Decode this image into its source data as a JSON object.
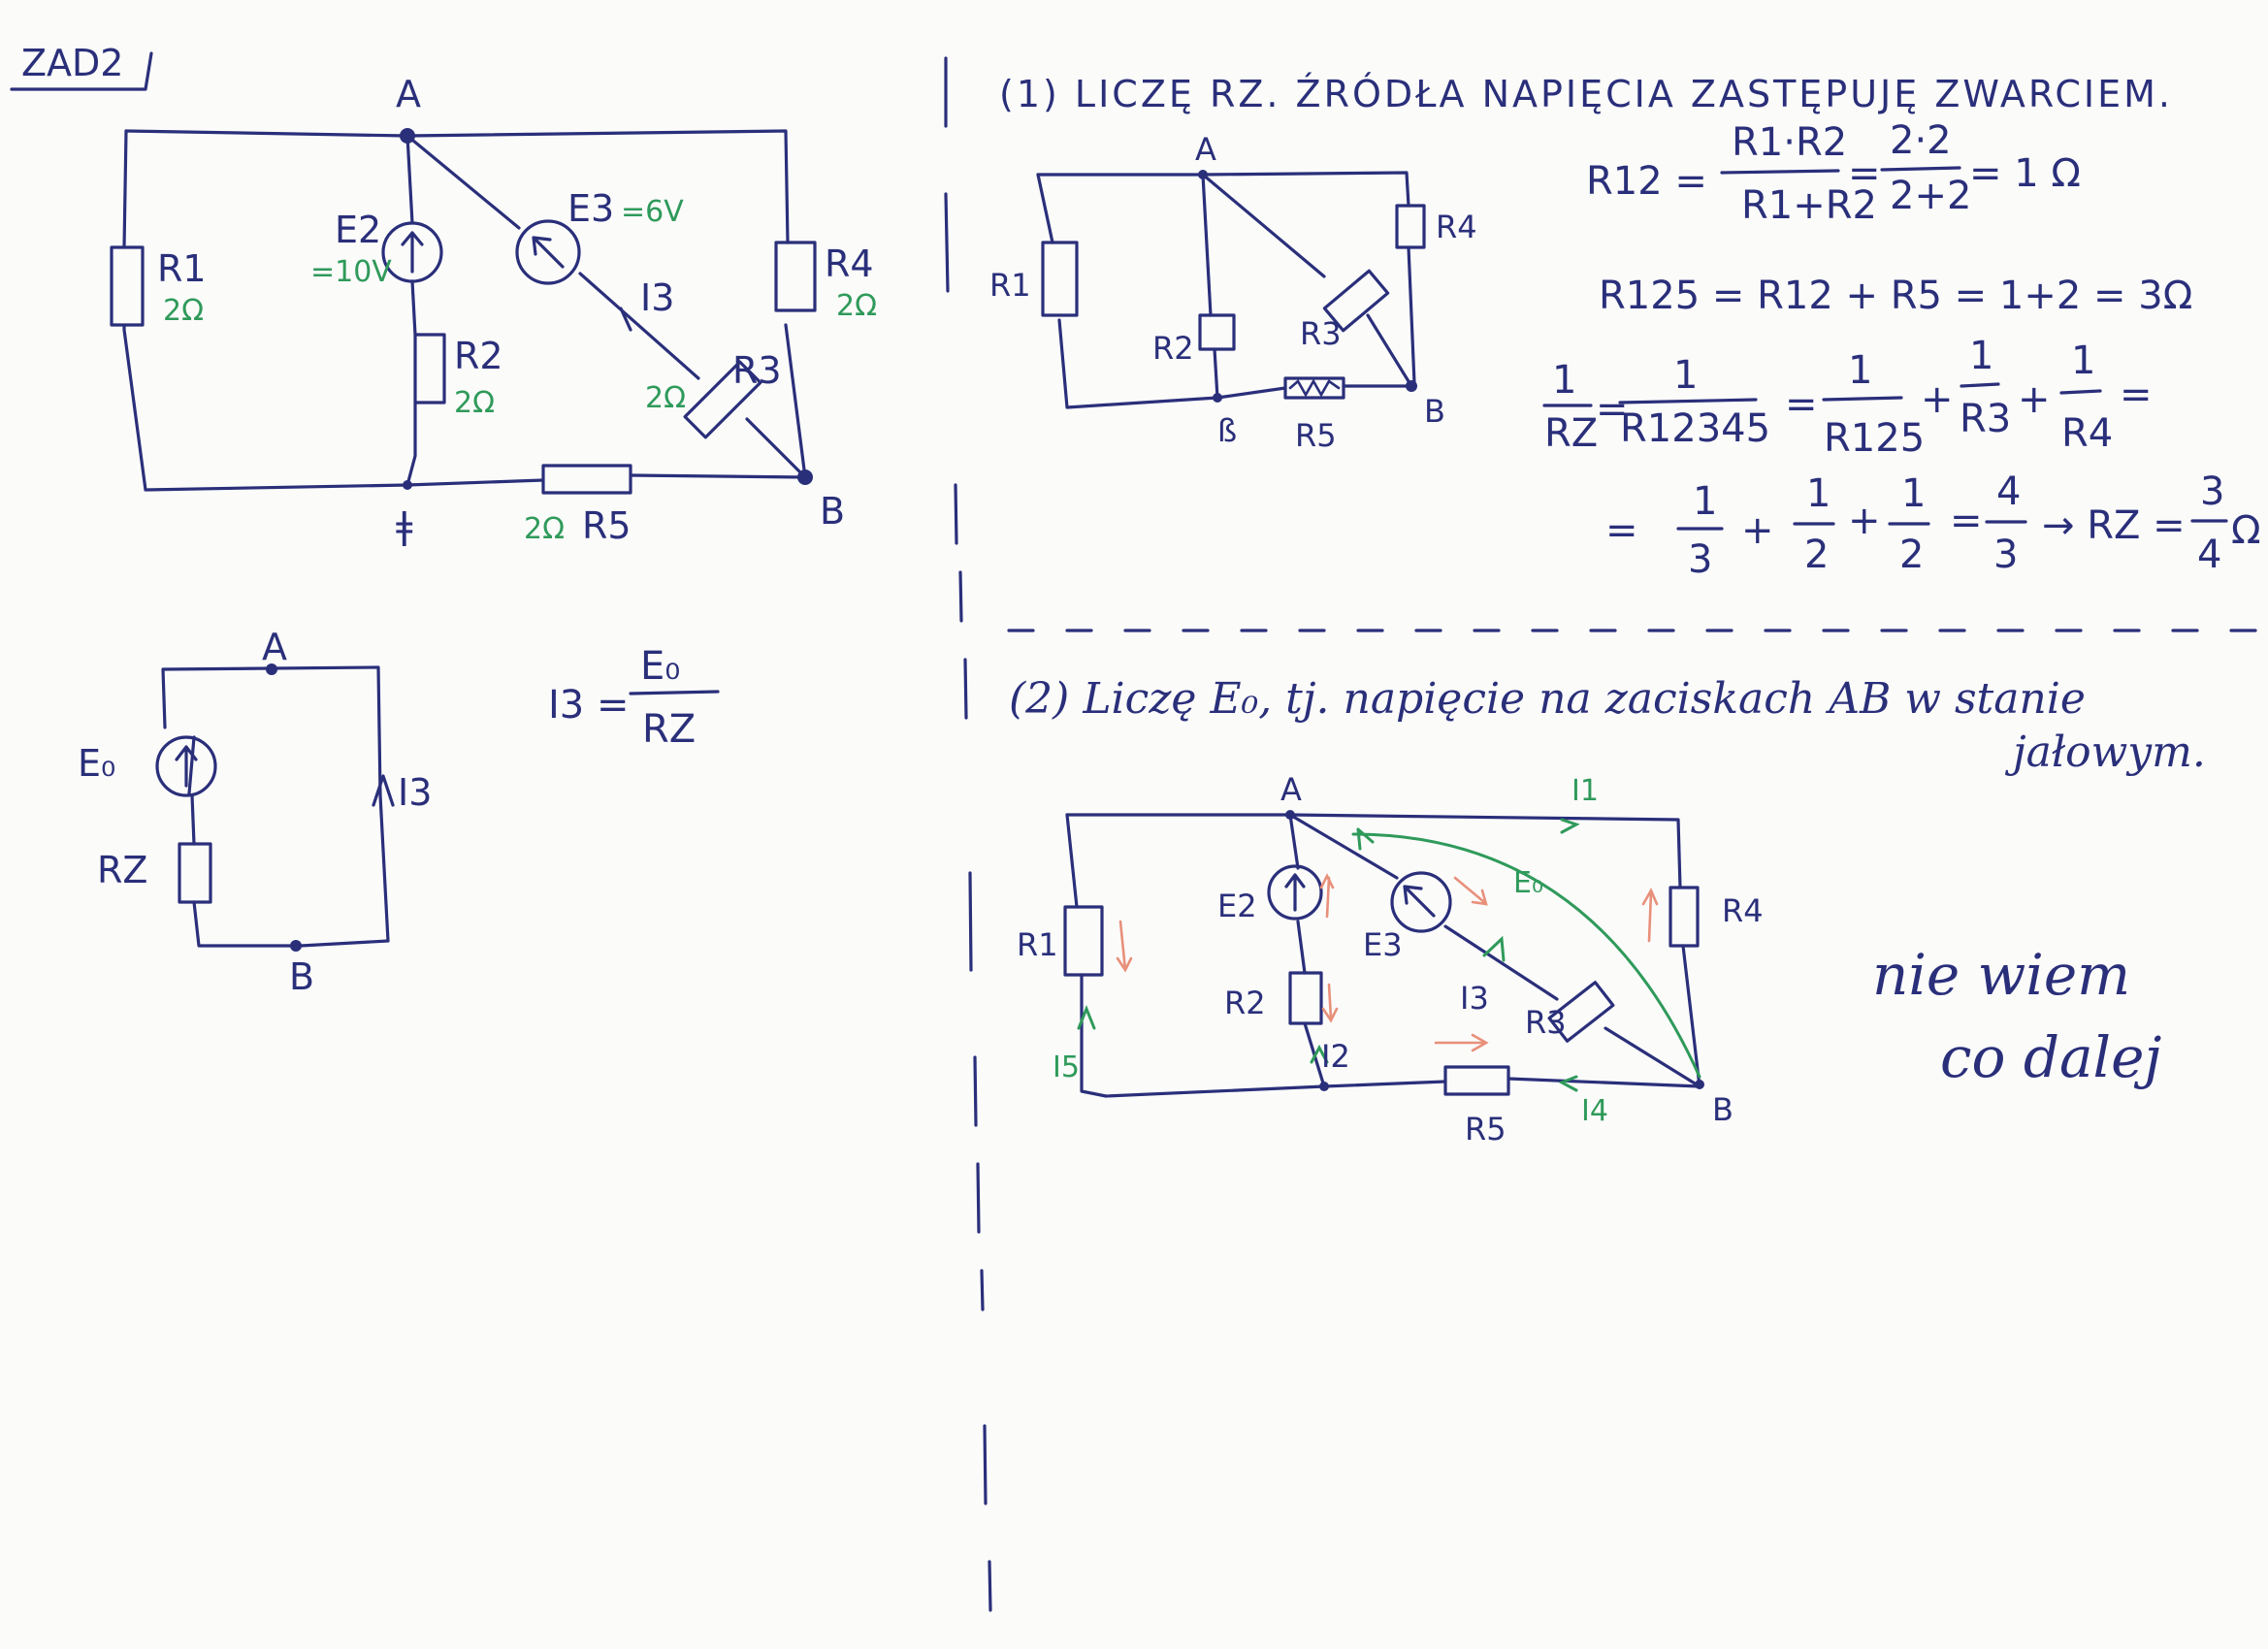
{
  "task_label": "ZAD2",
  "circuit_main": {
    "node_a": "A",
    "node_b": "B",
    "node_bottom": "ǂ",
    "e2_label": "E2",
    "e2_value": "=10V",
    "e3_label": "E3",
    "e3_value": "=6V",
    "i3_label": "I3",
    "r1_label": "R1",
    "r1_value": "2Ω",
    "r2_label": "R2",
    "r2_value": "2Ω",
    "r3_label": "R3",
    "r3_value": "2Ω",
    "r4_label": "R4",
    "r4_value": "2Ω",
    "r5_label": "R5",
    "r5_value": "2Ω"
  },
  "thevenin": {
    "node_a": "A",
    "node_b": "B",
    "e0_label": "E₀",
    "rz_label": "RZ",
    "i3_label": "I3",
    "formula_lhs": "I3 =",
    "formula_num": "E₀",
    "formula_den": "RZ"
  },
  "step1": {
    "heading": "(1) LICZĘ RZ. ŹRÓDŁA NAPIĘCIA ZASTĘPUJĘ ZWARCIEM.",
    "circuit": {
      "node_a": "A",
      "node_b": "B",
      "node_bottom": "ß",
      "r1": "R1",
      "r2": "R2",
      "r3": "R3",
      "r4": "R4",
      "r5": "R5"
    },
    "eq1_lhs": "R12 =",
    "eq1_num": "R1·R2",
    "eq1_den": "R1+R2",
    "eq1_mid": "=",
    "eq1_num2": "2·2",
    "eq1_den2": "2+2",
    "eq1_result": "= 1 Ω",
    "eq2": "R125 = R12 + R5 = 1+2 = 3Ω",
    "eq3_lhs_num": "1",
    "eq3_lhs_den": "RZ",
    "eq3_eq": "=",
    "eq3_num_b": "1",
    "eq3_den_b": "R12345",
    "eq3_eq2": "=",
    "eq3_t1_num": "1",
    "eq3_t1_den": "R125",
    "eq3_plus1": "+",
    "eq3_t2_num": "1",
    "eq3_t2_den": "R3",
    "eq3_plus2": "+",
    "eq3_t3_num": "1",
    "eq3_t3_den": "R4",
    "eq3_tail": "=",
    "eq4_start": "=",
    "eq4_a_num": "1",
    "eq4_a_den": "3",
    "eq4_plus1": "+",
    "eq4_b_num": "1",
    "eq4_b_den": "2",
    "eq4_plus2": "+",
    "eq4_c_num": "1",
    "eq4_c_den": "2",
    "eq4_eq": "=",
    "eq4_d_num": "4",
    "eq4_d_den": "3",
    "eq4_arrow": "→ RZ =",
    "eq4_res_num": "3",
    "eq4_res_den": "4",
    "eq4_unit": "Ω"
  },
  "step2": {
    "heading_line1": "(2) Liczę E₀, tj. napięcie na zaciskach AB w stanie",
    "heading_line2": "jałowym.",
    "circuit": {
      "node_a": "A",
      "node_b": "B",
      "r1": "R1",
      "r2": "R2",
      "r3": "R3",
      "r4": "R4",
      "r5": "R5",
      "e2": "E2",
      "e3": "E3",
      "e0": "E₀",
      "i1": "I1",
      "i2": "I2",
      "i3": "I3",
      "i4": "I4",
      "i5": "I5"
    },
    "note_line1": "nie wiem",
    "note_line2": "co dalej"
  },
  "colors": {
    "ink": "#2a2f7a",
    "green": "#2f9a5a",
    "salmon": "#e8907a",
    "paper": "#fbfbfa"
  }
}
